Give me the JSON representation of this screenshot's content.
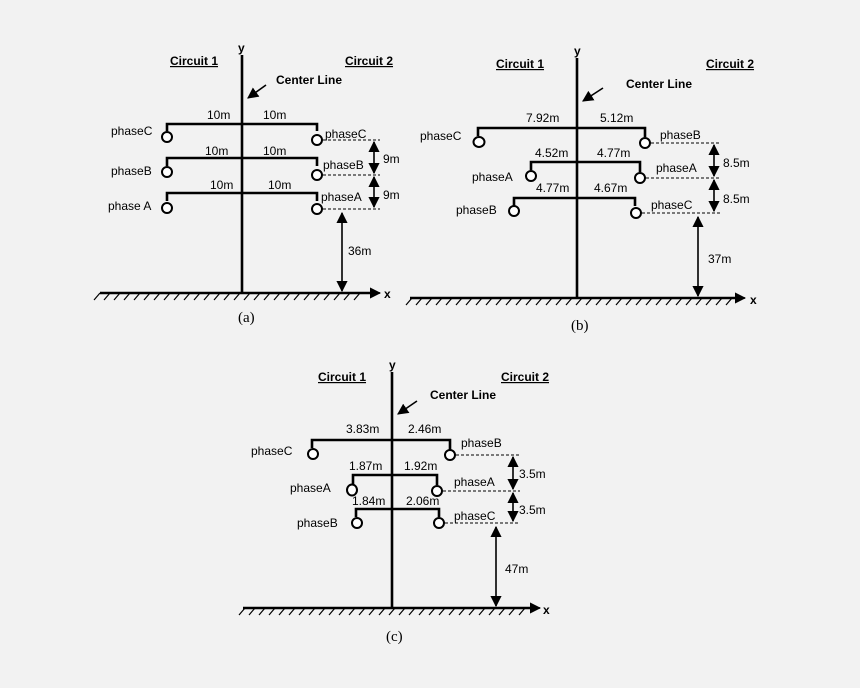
{
  "diagrams": [
    {
      "caption": "(a)",
      "circuit1": "Circuit 1",
      "circuit2": "Circuit 2",
      "center_line": "Center Line",
      "x_axis": "x",
      "y_axis": "y",
      "left_phases": [
        "phaseC",
        "phaseB",
        "phase A"
      ],
      "right_phases": [
        "phaseC",
        "phaseB",
        "phaseA"
      ],
      "left_widths": [
        "10m",
        "10m",
        "10m"
      ],
      "right_widths": [
        "10m",
        "10m",
        "10m"
      ],
      "spacings": [
        "9m",
        "9m"
      ],
      "ground_clearance": "36m"
    },
    {
      "caption": "(b)",
      "circuit1": "Circuit 1",
      "circuit2": "Circuit 2",
      "center_line": "Center Line",
      "x_axis": "x",
      "y_axis": "y",
      "left_phases": [
        "phaseC",
        "phaseA",
        "phaseB"
      ],
      "right_phases": [
        "phaseB",
        "phaseA",
        "phaseC"
      ],
      "left_widths": [
        "7.92m",
        "4.52m",
        "4.77m"
      ],
      "right_widths": [
        "5.12m",
        "4.77m",
        "4.67m"
      ],
      "spacings": [
        "8.5m",
        "8.5m"
      ],
      "ground_clearance": "37m"
    },
    {
      "caption": "(c)",
      "circuit1": "Circuit 1",
      "circuit2": "Circuit 2",
      "center_line": "Center Line",
      "x_axis": "x",
      "y_axis": "y",
      "left_phases": [
        "phaseC",
        "phaseA",
        "phaseB"
      ],
      "right_phases": [
        "phaseB",
        "phaseA",
        "phaseC"
      ],
      "left_widths": [
        "3.83m",
        "1.87m",
        "1.84m"
      ],
      "right_widths": [
        "2.46m",
        "1.92m",
        "2.06m"
      ],
      "spacings": [
        "3.5m",
        "3.5m"
      ],
      "ground_clearance": "47m"
    }
  ]
}
